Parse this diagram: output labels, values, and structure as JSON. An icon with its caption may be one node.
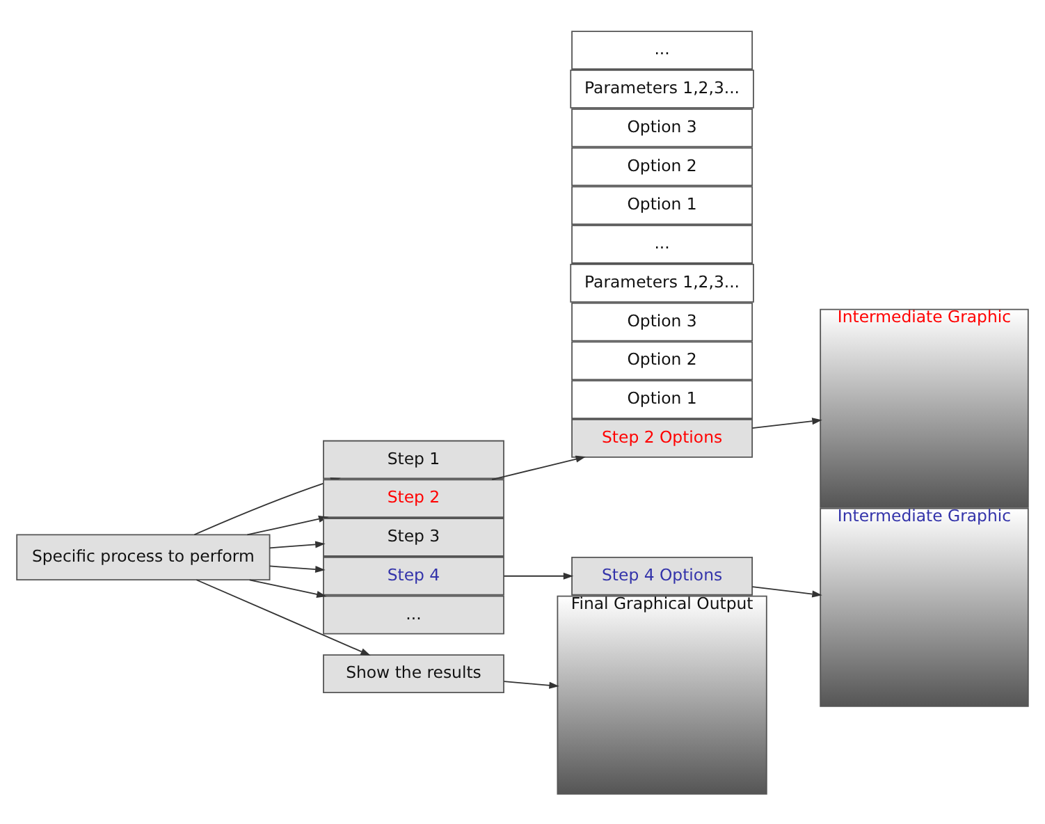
{
  "diagram": {
    "nodes": [
      {
        "text": [
          "Specific process to perform"
        ]
      },
      {
        "text": [
          "Step 1"
        ]
      },
      {
        "text": [
          "Step 2"
        ]
      },
      {
        "text": [
          "Step 3"
        ]
      },
      {
        "text": [
          "Step 4"
        ]
      },
      {
        "text": [
          "..."
        ]
      },
      {
        "text": [
          "Show the results"
        ]
      },
      {
        "text": [
          "Step 2 Options"
        ]
      },
      {
        "text": [
          "Option 1"
        ]
      },
      {
        "text": [
          "Option 2"
        ]
      },
      {
        "text": [
          "Option 3"
        ]
      },
      {
        "text": [
          "Parameters 1,2,3..."
        ]
      },
      {
        "text": [
          "..."
        ]
      },
      {
        "text": [
          "Intermediate Graphic"
        ]
      },
      {
        "text": [
          "Step 4 Options"
        ]
      },
      {
        "text": [
          "Option 1"
        ]
      },
      {
        "text": [
          "Option 2"
        ]
      },
      {
        "text": [
          "Option 3"
        ]
      },
      {
        "text": [
          "Parameters 1,2,3..."
        ]
      },
      {
        "text": [
          "..."
        ]
      },
      {
        "text": [
          "Intermediate Graphic"
        ]
      },
      {
        "text": [
          "Final Graphical Output"
        ]
      }
    ],
    "edges": [
      {
        "from": 0,
        "to": 1,
        "arrow": "to"
      },
      {
        "from": 0,
        "to": 2,
        "arrow": "to"
      },
      {
        "from": 0,
        "to": 3,
        "arrow": "to"
      },
      {
        "from": 0,
        "to": 4,
        "arrow": "to"
      },
      {
        "from": 0,
        "to": 5,
        "arrow": "to"
      },
      {
        "from": 0,
        "to": 6,
        "arrow": "to"
      },
      {
        "from": 2,
        "to": 7,
        "arrow": "to"
      },
      {
        "from": 4,
        "to": 14,
        "arrow": "to"
      },
      {
        "from": 7,
        "to": 13,
        "arrow": "to"
      },
      {
        "from": 14,
        "to": 20,
        "arrow": "to"
      },
      {
        "from": 6,
        "to": 21,
        "arrow": "to"
      }
    ]
  }
}
